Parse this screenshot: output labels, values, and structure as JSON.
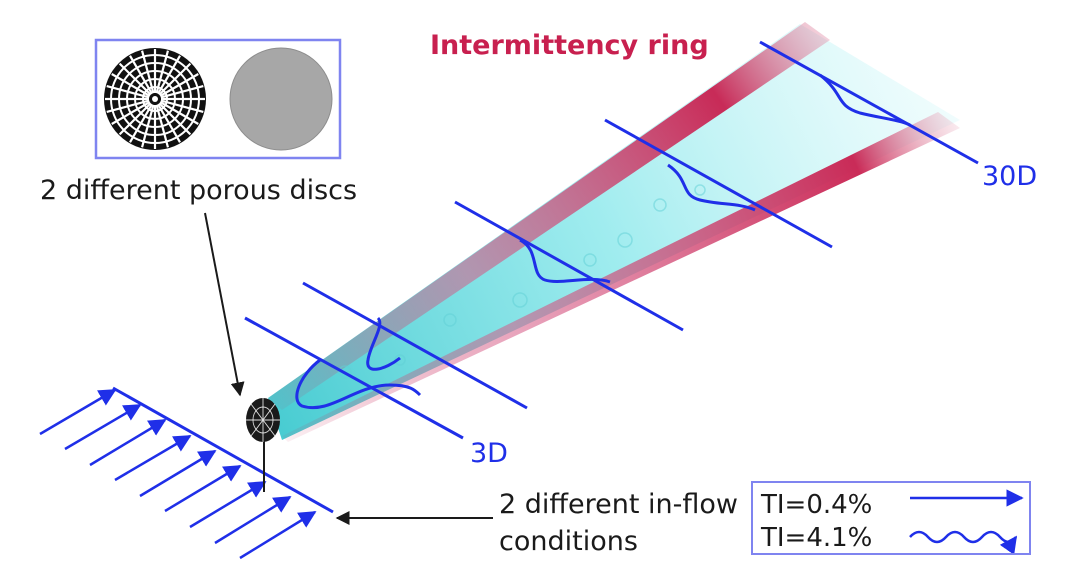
{
  "labels": {
    "intermittency_ring": "Intermittency ring",
    "porous_discs": "2 different porous discs",
    "inflow_conditions": "2 different in-flow conditions",
    "start_station": "3D",
    "end_station": "30D"
  },
  "legend": {
    "items": [
      {
        "text": "TI=0.4%",
        "line_style": "straight"
      },
      {
        "text": "TI=4.1%",
        "line_style": "wavy"
      }
    ]
  },
  "colors": {
    "profile_blue": "#1f2fe8",
    "ring_crimson": "#c8204f",
    "wake_cyan": "#8fe9ec",
    "frame_blue": "#7f84f0",
    "text_dark": "#1a1a1a"
  },
  "icons": [
    "porous-disc-icon",
    "solid-disc-icon",
    "turbine-disc-icon",
    "arrow-icon"
  ]
}
